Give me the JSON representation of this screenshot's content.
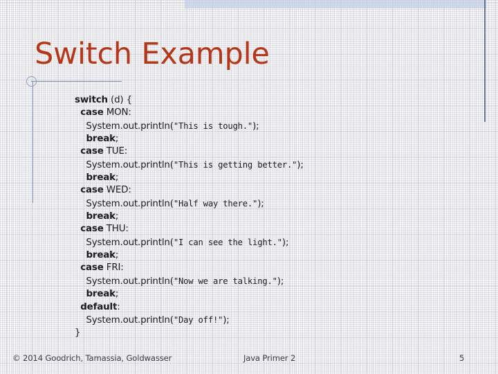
{
  "slide": {
    "title": "Switch Example",
    "title_color": "#b5371a",
    "decoration_color": "#7d90b4",
    "band_color": "#c3cfe8",
    "background_color": "#ffffff"
  },
  "code": {
    "language": "Java",
    "lines": [
      [
        {
          "text": "switch",
          "style": "keyword"
        },
        {
          "text": " (d) {",
          "style": "plain"
        }
      ],
      [
        {
          "text": "  ",
          "style": "plain"
        },
        {
          "text": "case",
          "style": "keyword"
        },
        {
          "text": " MON:",
          "style": "plain"
        }
      ],
      [
        {
          "text": "    System.out.println(",
          "style": "plain"
        },
        {
          "text": "\"This is tough.\"",
          "style": "string"
        },
        {
          "text": ");",
          "style": "plain"
        }
      ],
      [
        {
          "text": "    ",
          "style": "plain"
        },
        {
          "text": "break",
          "style": "keyword"
        },
        {
          "text": ";",
          "style": "plain"
        }
      ],
      [
        {
          "text": "  ",
          "style": "plain"
        },
        {
          "text": "case",
          "style": "keyword"
        },
        {
          "text": " TUE:",
          "style": "plain"
        }
      ],
      [
        {
          "text": "    System.out.println(",
          "style": "plain"
        },
        {
          "text": "\"This is getting better.\"",
          "style": "string"
        },
        {
          "text": ");",
          "style": "plain"
        }
      ],
      [
        {
          "text": "    ",
          "style": "plain"
        },
        {
          "text": "break",
          "style": "keyword"
        },
        {
          "text": ";",
          "style": "plain"
        }
      ],
      [
        {
          "text": "  ",
          "style": "plain"
        },
        {
          "text": "case",
          "style": "keyword"
        },
        {
          "text": " WED:",
          "style": "plain"
        }
      ],
      [
        {
          "text": "    System.out.println(",
          "style": "plain"
        },
        {
          "text": "\"Half way there.\"",
          "style": "string"
        },
        {
          "text": ");",
          "style": "plain"
        }
      ],
      [
        {
          "text": "    ",
          "style": "plain"
        },
        {
          "text": "break",
          "style": "keyword"
        },
        {
          "text": ";",
          "style": "plain"
        }
      ],
      [
        {
          "text": "  ",
          "style": "plain"
        },
        {
          "text": "case",
          "style": "keyword"
        },
        {
          "text": " THU:",
          "style": "plain"
        }
      ],
      [
        {
          "text": "    System.out.println(",
          "style": "plain"
        },
        {
          "text": "\"I can see the light.\"",
          "style": "string"
        },
        {
          "text": ");",
          "style": "plain"
        }
      ],
      [
        {
          "text": "    ",
          "style": "plain"
        },
        {
          "text": "break",
          "style": "keyword"
        },
        {
          "text": ";",
          "style": "plain"
        }
      ],
      [
        {
          "text": "  ",
          "style": "plain"
        },
        {
          "text": "case",
          "style": "keyword"
        },
        {
          "text": " FRI:",
          "style": "plain"
        }
      ],
      [
        {
          "text": "    System.out.println(",
          "style": "plain"
        },
        {
          "text": "\"Now we are talking.\"",
          "style": "string"
        },
        {
          "text": ");",
          "style": "plain"
        }
      ],
      [
        {
          "text": "    ",
          "style": "plain"
        },
        {
          "text": "break",
          "style": "keyword"
        },
        {
          "text": ";",
          "style": "plain"
        }
      ],
      [
        {
          "text": "  ",
          "style": "plain"
        },
        {
          "text": "default",
          "style": "keyword"
        },
        {
          "text": ":",
          "style": "plain"
        }
      ],
      [
        {
          "text": "    System.out.println(",
          "style": "plain"
        },
        {
          "text": "\"Day off!\"",
          "style": "string"
        },
        {
          "text": ");",
          "style": "plain"
        }
      ],
      [
        {
          "text": "}",
          "style": "plain"
        }
      ]
    ]
  },
  "footer": {
    "copyright": "© 2014 Goodrich, Tamassia, Goldwasser",
    "center": "Java Primer 2",
    "page_number": "5"
  }
}
